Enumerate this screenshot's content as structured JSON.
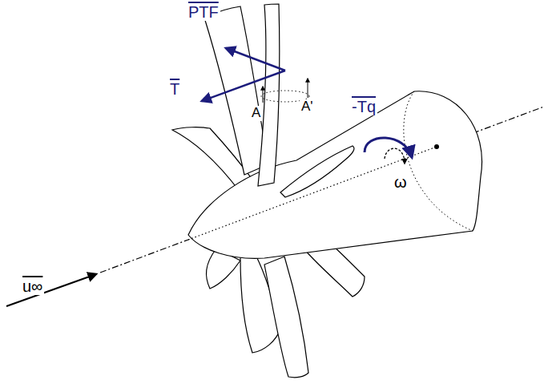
{
  "diagram": {
    "labels": [
      "PTF",
      "T",
      "A",
      "A'",
      "-Tq",
      "ω",
      "u∞"
    ]
  }
}
